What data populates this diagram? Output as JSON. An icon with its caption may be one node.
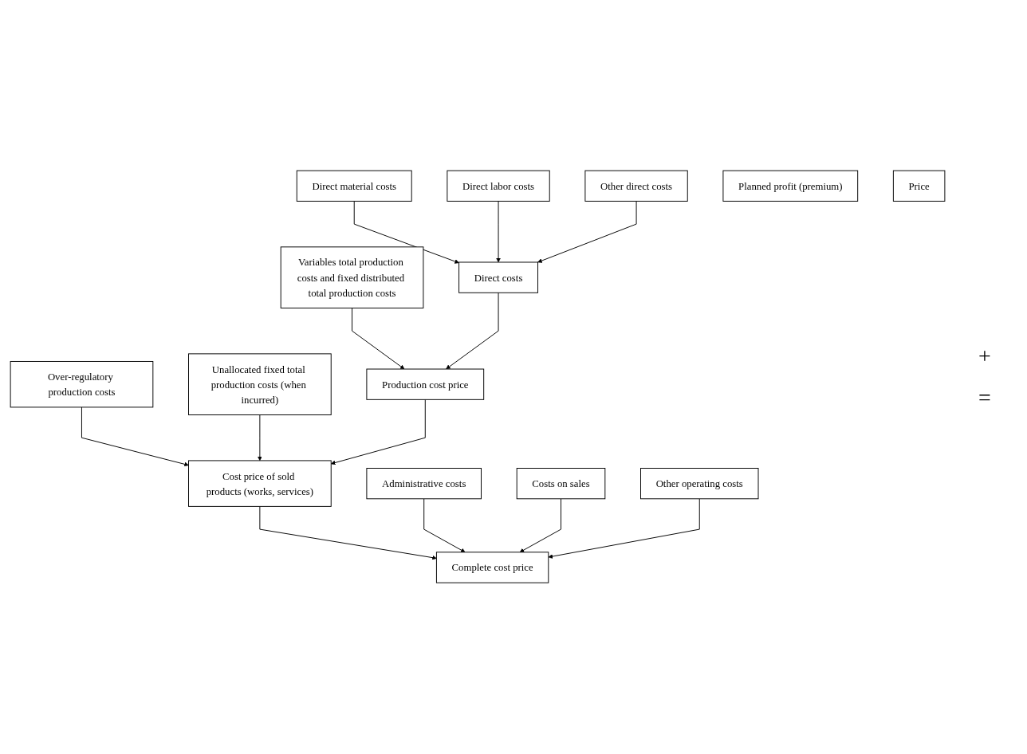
{
  "diagram": {
    "nodes": [
      {
        "text": [
          "Over-regulatory production costs"
        ]
      },
      {
        "text": [
          "Unallocated fixed total production costs (when incurred)"
        ]
      },
      {
        "text": [
          "Variables total production costs and fixed distributed total production costs"
        ]
      },
      {
        "text": [
          "Direct material costs"
        ]
      },
      {
        "text": [
          "Direct labor costs"
        ]
      },
      {
        "text": [
          "Other direct costs"
        ]
      },
      {
        "text": [
          "Direct costs"
        ]
      },
      {
        "text": [
          "Production cost price"
        ]
      },
      {
        "text": [
          "Cost price of sold products (works, services)"
        ]
      },
      {
        "text": [
          "Administrative costs"
        ]
      },
      {
        "text": [
          "Costs on sales"
        ]
      },
      {
        "text": [
          "Other operating costs"
        ]
      },
      {
        "text": [
          "Complete cost price"
        ]
      },
      {
        "text": [
          "Planned profit (premium)"
        ]
      },
      {
        "text": [
          "Price"
        ]
      }
    ],
    "edges": [
      {
        "from": 3,
        "to": 6,
        "arrow": "to"
      },
      {
        "from": 4,
        "to": 6,
        "arrow": "to"
      },
      {
        "from": 5,
        "to": 6,
        "arrow": "to"
      },
      {
        "from": 2,
        "to": 7,
        "arrow": "to"
      },
      {
        "from": 6,
        "to": 7,
        "arrow": "to"
      },
      {
        "from": 0,
        "to": 8,
        "arrow": "to"
      },
      {
        "from": 1,
        "to": 8,
        "arrow": "to"
      },
      {
        "from": 7,
        "to": 8,
        "arrow": "to"
      },
      {
        "from": 8,
        "to": 12,
        "arrow": "to"
      },
      {
        "from": 9,
        "to": 12,
        "arrow": "to"
      },
      {
        "from": 10,
        "to": 12,
        "arrow": "to"
      },
      {
        "from": 11,
        "to": 12,
        "arrow": "to"
      }
    ],
    "labels": [
      "+",
      "="
    ]
  }
}
